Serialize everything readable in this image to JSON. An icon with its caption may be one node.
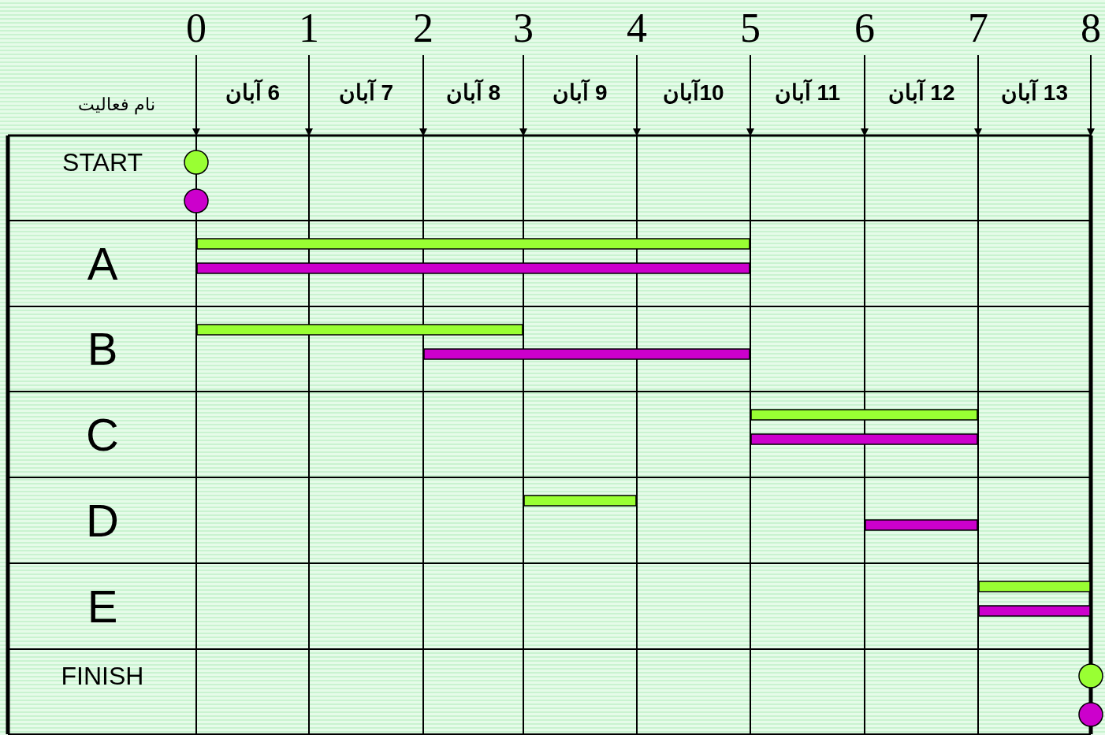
{
  "diagram": {
    "nodes": [
      {
        "text": [],
        "shape": "circle"
      },
      {
        "text": [],
        "shape": "circle"
      },
      {
        "text": [],
        "shape": "bar"
      },
      {
        "text": [],
        "shape": "bar"
      },
      {
        "text": [],
        "shape": "bar"
      },
      {
        "text": [],
        "shape": "bar"
      },
      {
        "text": [],
        "shape": "bar"
      },
      {
        "text": [],
        "shape": "bar"
      },
      {
        "text": [],
        "shape": "bar"
      },
      {
        "text": [],
        "shape": "bar"
      },
      {
        "text": [],
        "shape": "bar"
      },
      {
        "text": [],
        "shape": "bar"
      },
      {
        "text": [],
        "shape": "circle"
      },
      {
        "text": [],
        "shape": "circle"
      }
    ],
    "labels": [
      "0",
      "1",
      "2",
      "3",
      "4",
      "5",
      "6",
      "7",
      "8",
      "نام فعالیت",
      "6 آبان",
      "7 آبان",
      "8 آبان",
      "9 آبان",
      "10آبان",
      "11 آبان",
      "12 آبان",
      "13 آبان",
      "START",
      "A",
      "B",
      "C",
      "D",
      "E",
      "FINISH"
    ]
  }
}
